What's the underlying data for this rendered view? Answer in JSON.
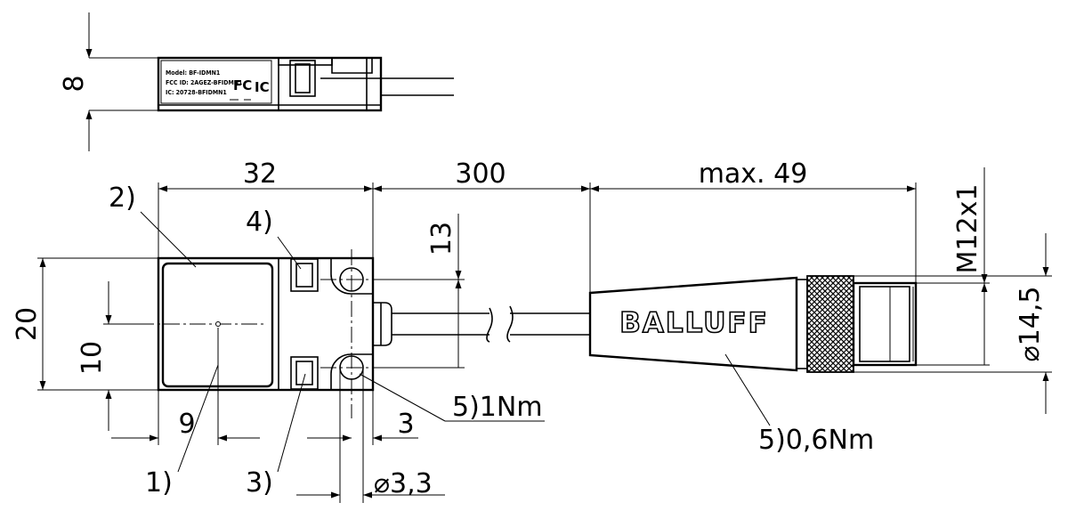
{
  "top_view": {
    "height_dim": "8",
    "label_lines": [
      "Model: BF-IDMN1",
      "FCC ID: 2AGEZ-BFIDMN1",
      "IC: 20728-BFIDMN1"
    ],
    "fcc_mark": "FC",
    "ic_mark": "IC"
  },
  "dimensions": {
    "width": "32",
    "cable_length": "300",
    "connector_length": "max. 49",
    "thread": "M12x1",
    "diameter": "⌀14,5",
    "height": "20",
    "inner_height": "10",
    "hole_spacing": "13",
    "center_offset": "9",
    "hole_offset": "3",
    "hole_diameter": "⌀3,3"
  },
  "callouts": {
    "c1": "1)",
    "c2": "2)",
    "c3": "3)",
    "c4": "4)",
    "c5_sensor": "5)1Nm",
    "c5_connector": "5)0,6Nm"
  },
  "brand": "BALLUFF"
}
